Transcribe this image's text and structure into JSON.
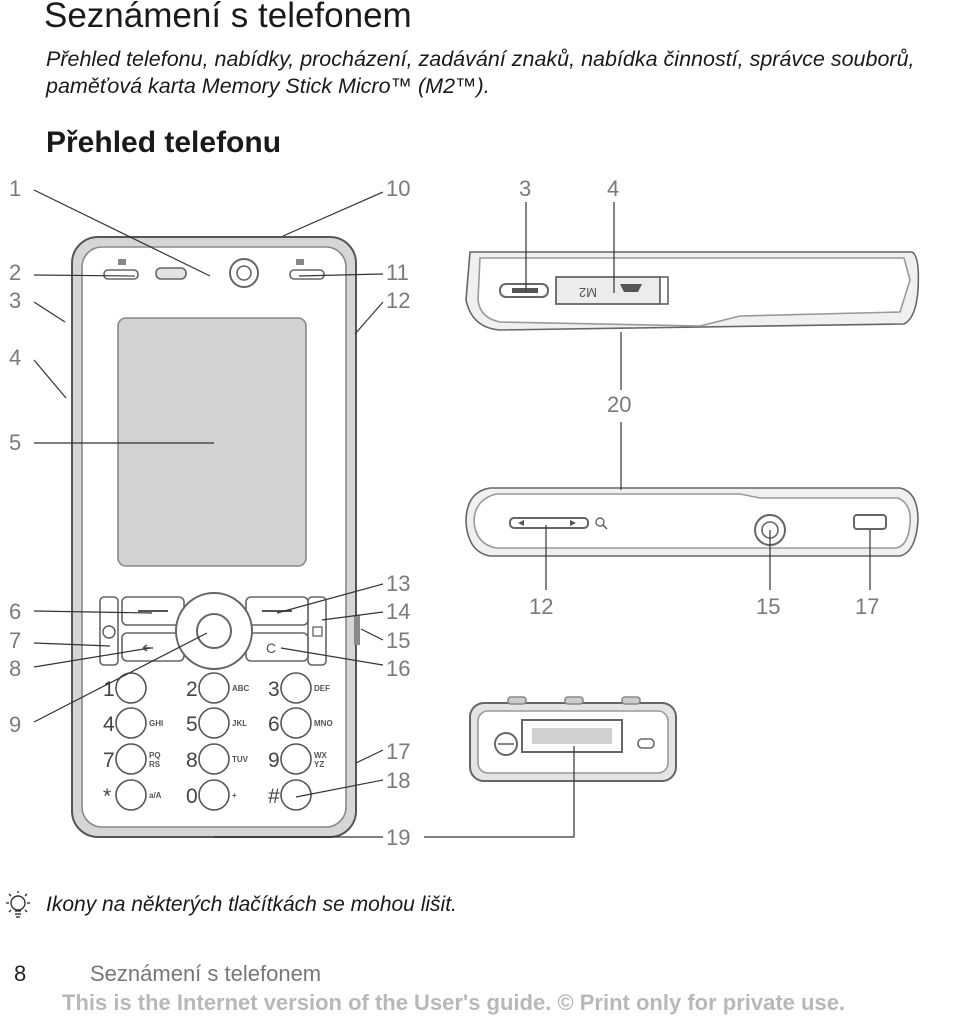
{
  "header": {
    "title": "Seznámení s telefonem",
    "subtitle": "Přehled telefonu, nabídky, procházení, zadávání znaků, nabídka činností, správce souborů, paměťová karta Memory Stick Micro™ (M2™).",
    "section_title": "Přehled telefonu"
  },
  "callouts": {
    "left": [
      "1",
      "2",
      "3",
      "4",
      "5",
      "6",
      "7",
      "8",
      "9"
    ],
    "right": [
      "10",
      "11",
      "12",
      "13",
      "14",
      "15",
      "16",
      "17",
      "18",
      "19"
    ],
    "top_view": [
      "3",
      "4",
      "20"
    ],
    "side_view": [
      "12",
      "15",
      "17"
    ]
  },
  "keypad": {
    "keys": [
      {
        "digit": "1",
        "letters": ""
      },
      {
        "digit": "2",
        "letters": "ABC"
      },
      {
        "digit": "3",
        "letters": "DEF"
      },
      {
        "digit": "4",
        "letters": "GHI"
      },
      {
        "digit": "5",
        "letters": "JKL"
      },
      {
        "digit": "6",
        "letters": "MNO"
      },
      {
        "digit": "7",
        "letters": "PQ RS"
      },
      {
        "digit": "8",
        "letters": "TUV"
      },
      {
        "digit": "9",
        "letters": "WX YZ"
      },
      {
        "digit": "*",
        "letters": "a/A"
      },
      {
        "digit": "0",
        "letters": "+"
      },
      {
        "digit": "#",
        "letters": ""
      }
    ],
    "clear_key": "C"
  },
  "memory_slot_label": "M2",
  "tip": {
    "icon": "lightbulb-icon",
    "text": "Ikony na některých tlačítkách se mohou lišit."
  },
  "footer": {
    "page_number": "8",
    "section": "Seznámení s telefonem",
    "disclaimer": "This is the Internet version of the User's guide. © Print only for private use."
  }
}
